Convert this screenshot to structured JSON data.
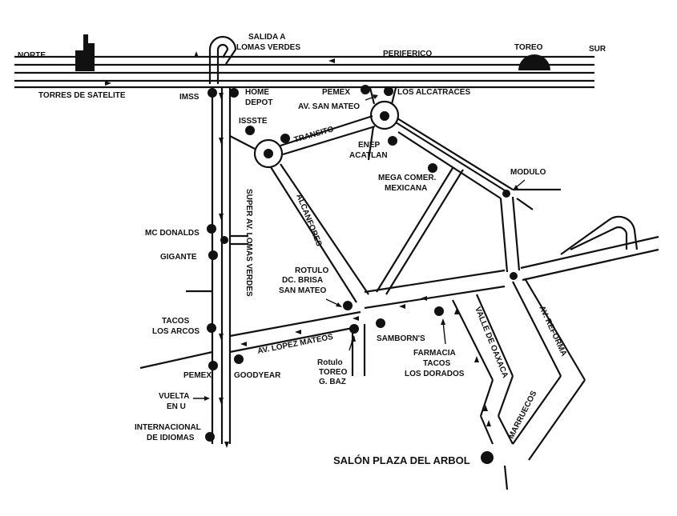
{
  "map": {
    "highway": {
      "norte": "NORTE",
      "sur": "SUR",
      "periferico": "PERIFERICO",
      "toreo": "TOREO",
      "torres": "TORRES DE SATELITE",
      "salida_line1": "SALIDA A",
      "salida_line2": "LOMAS VERDES"
    },
    "roads": {
      "transito": "TRANSITO",
      "alcanfores": "ALCANFORES",
      "super_lomas": "SUPER AV. LOMAS VERDES",
      "lopez_mateos": "AV. LOPEZ MATEOS",
      "valle_oaxaca": "VALLE DE OAXACA",
      "av_reforma": "AV. REFORMA",
      "marruecos": "MARRUECOS",
      "av_san_mateo": "AV. SAN MATEO"
    },
    "places": {
      "imss": "IMSS",
      "home_depot_1": "HOME",
      "home_depot_2": "DEPOT",
      "pemex_top": "PEMEX",
      "alcatraces": "LOS ALCATRACES",
      "issste": "ISSSTE",
      "enep_1": "ENEP",
      "enep_2": "ACATLAN",
      "mega_1": "MEGA COMER.",
      "mega_2": "MEXICANA",
      "modulo": "MODULO",
      "mcdonalds": "MC DONALDS",
      "gigante": "GIGANTE",
      "rotulo_brisa_1": "ROTULO",
      "rotulo_brisa_2": "DC. BRISA",
      "rotulo_brisa_3": "SAN MATEO",
      "tacos_arcos_1": "TACOS",
      "tacos_arcos_2": "LOS ARCOS",
      "pemex_bottom": "PEMEX",
      "goodyear": "GOODYEAR",
      "rotulo_toreo_1": "Rotulo",
      "rotulo_toreo_2": "TOREO",
      "rotulo_toreo_3": "G. BAZ",
      "sanborns": "SAMBORN'S",
      "farmacia_1": "FARMACIA",
      "farmacia_2": "TACOS",
      "farmacia_3": "LOS DORADOS",
      "vuelta_1": "VUELTA",
      "vuelta_2": "EN U",
      "idiomas_1": "INTERNACIONAL",
      "idiomas_2": "DE IDIOMAS",
      "salon": "SALÓN PLAZA DEL ARBOL"
    }
  }
}
